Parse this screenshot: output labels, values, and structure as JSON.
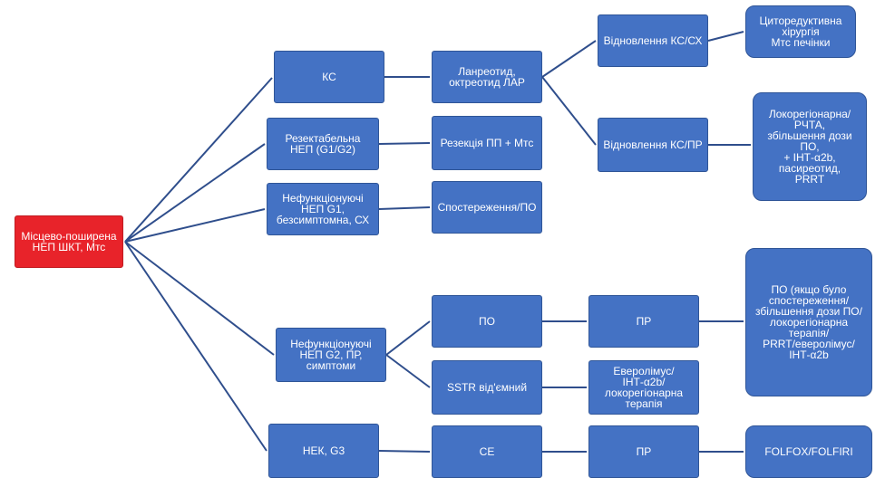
{
  "colors": {
    "node": "#4472C4",
    "root": "#E8232A",
    "edge": "#2F4E8C"
  },
  "nodes": {
    "root": "Місцево-поширена\nНЕП ШКТ, Мтс",
    "ks": "КС",
    "rezektabelna": "Резектабельна\nНЕП (G1/G2)",
    "nefunk_g1": "Нефункціонуючі\nНЕП G1,\nбезсимптомна, СХ",
    "nefunk_g2": "Нефункціонуючі\nНЕП G2, ПР,\nсимптоми",
    "nek": "НЕК, G3",
    "lanreotyd": "Ланреотид,\nоктреотид ЛАР",
    "rezektsiya": "Резекція ПП + Мтс",
    "sposterezhennya": "Спостереження/ПО",
    "po": "ПО",
    "sstr": "SSTR від'ємний",
    "se": "СЕ",
    "vidnovlennya_ks_sx": "Відновлення КС/СХ",
    "vidnovlennya_ks_pr": "Відновлення КС/ПР",
    "pr_po": "ПР",
    "everolimus": "Еверолімус/\nІНТ-α2b/\nлокорегіонарна\nтерапія",
    "pr_se": "ПР",
    "tsytoreduktyvna": "Циторедуктивна\nхірургія\nМтс печінки",
    "lokoregionarna_rchta": "Локорегіонарна/РЧТА,\nзбільшення дози ПО,\n+ ІНТ-α2b,\nпасиреотид,\nPRRT",
    "po_yakshcho": "ПО (якщо було\nспостереження/\nзбільшення дози ПО/\nлокорегіонарна терапія/\nPRRT/еверолімус/\nІНТ-α2b",
    "folfox": "FOLFOX/FOLFIRI"
  }
}
